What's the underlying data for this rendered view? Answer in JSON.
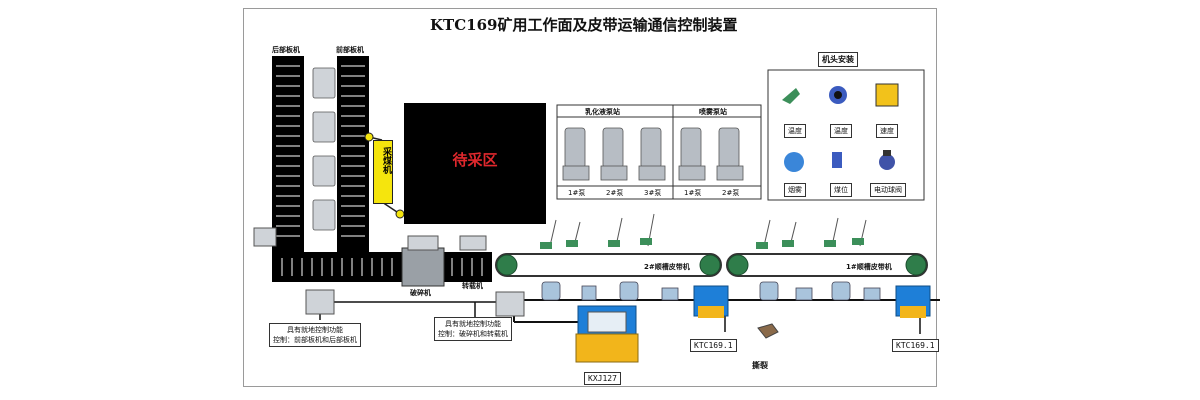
{
  "title": "KTC169矿用工作面及皮带运输通信控制装置",
  "labels": {
    "rear_conveyor": "后部板机",
    "front_conveyor": "前部板机",
    "shearer": "采煤机",
    "waiting_area": "待采区",
    "crusher": "破碎机",
    "transfer_machine": "转载机",
    "conveyor_2": "2#顺槽皮带机",
    "conveyor_1": "1#顺槽皮带机",
    "ctrl_note_1_line1": "具有就地控制功能",
    "ctrl_note_1_line2": "控制：前部板机和后部板机",
    "ctrl_note_2_line1": "具有就地控制功能",
    "ctrl_note_2_line2": "控制：破碎机和转载机",
    "kxj127": "KXJ127",
    "ktc169_a": "KTC169.1",
    "ktc169_b": "KTC169.1",
    "tear": "撕裂"
  },
  "pump_stations": {
    "emulsion_title": "乳化液泵站",
    "spray_title": "喷雾泵站",
    "emulsion_pumps": [
      "1#泵",
      "2#泵",
      "3#泵"
    ],
    "spray_pumps": [
      "1#泵",
      "2#泵"
    ]
  },
  "head_install": {
    "title": "机头安装",
    "sensors": [
      {
        "label": "温度",
        "icon": "temperature-sensor-icon"
      },
      {
        "label": "温度",
        "icon": "temperature-probe-icon"
      },
      {
        "label": "速度",
        "icon": "speed-sensor-icon"
      },
      {
        "label": "烟雾",
        "icon": "smoke-sensor-icon"
      },
      {
        "label": "煤位",
        "icon": "coal-level-sensor-icon"
      },
      {
        "label": "电动球阀",
        "icon": "electric-ball-valve-icon"
      }
    ]
  },
  "colors": {
    "waiting_text": "#e0282d",
    "shearer": "#f5e50d",
    "controller_blue": "#1e7fd8",
    "controller_yellow": "#f2b51b",
    "belt_green": "#2f7d4a"
  }
}
